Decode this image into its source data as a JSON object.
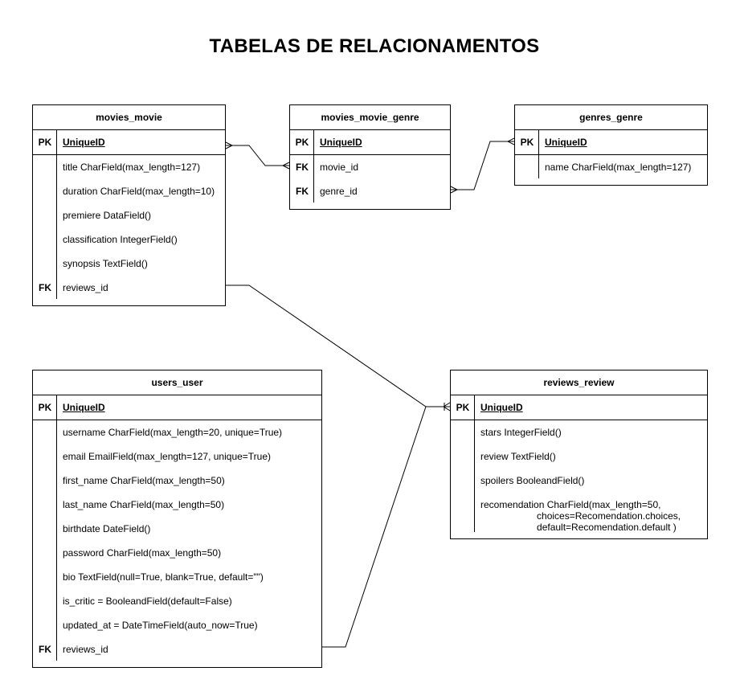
{
  "title": "TABELAS DE RELACIONAMENTOS",
  "tables": {
    "movies_movie": {
      "name": "movies_movie",
      "pk_label": "PK",
      "pk": "UniqueID",
      "fields": [
        "title CharField(max_length=127)",
        "duration CharField(max_length=10)",
        "premiere DataField()",
        "classification IntegerField()",
        "synopsis TextField()",
        "reviews_id"
      ],
      "fk_label": "FK"
    },
    "movies_movie_genre": {
      "name": "movies_movie_genre",
      "pk_label": "PK",
      "pk": "UniqueID",
      "fields": [
        "movie_id",
        "genre_id"
      ],
      "fk_label": "FK"
    },
    "genres_genre": {
      "name": "genres_genre",
      "pk_label": "PK",
      "pk": "UniqueID",
      "fields": [
        "name CharField(max_length=127)"
      ]
    },
    "users_user": {
      "name": "users_user",
      "pk_label": "PK",
      "pk": "UniqueID",
      "fields": [
        "username CharField(max_length=20, unique=True)",
        "email EmailField(max_length=127, unique=True)",
        "first_name CharField(max_length=50)",
        "last_name CharField(max_length=50)",
        "birthdate DateField()",
        "password CharField(max_length=50)",
        "bio TextField(null=True, blank=True, default=\"\")",
        "is_critic = BooleandField(default=False)",
        "updated_at = DateTimeField(auto_now=True)",
        "reviews_id"
      ],
      "fk_label": "FK"
    },
    "reviews_review": {
      "name": "reviews_review",
      "pk_label": "PK",
      "pk": "UniqueID",
      "fields": [
        "stars IntegerField()",
        "review TextField()",
        "spoilers BooleandField()"
      ],
      "recomendation": "recomendation CharField(max_length=50,\n                     choices=Recomendation.choices,\n                     default=Recomendation.default )"
    }
  }
}
